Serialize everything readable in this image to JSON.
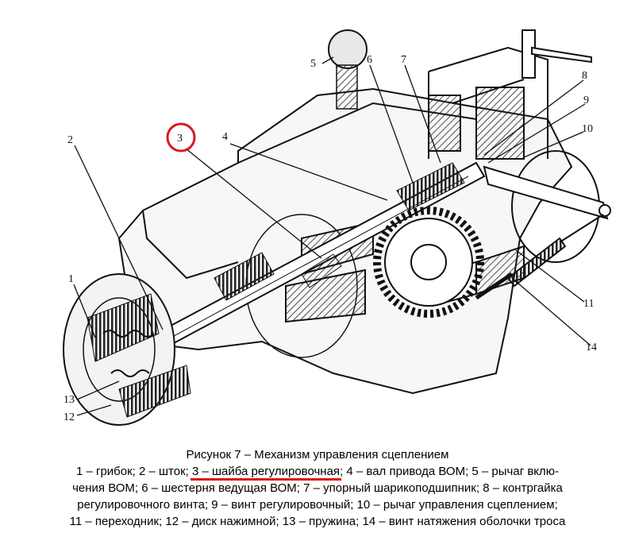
{
  "diagram": {
    "labels": {
      "l1": "1",
      "l2": "2",
      "l3": "3",
      "l4": "4",
      "l5": "5",
      "l6": "6",
      "l7": "7",
      "l8": "8",
      "l9": "9",
      "l10": "10",
      "l11": "11",
      "l12": "12",
      "l13": "13",
      "l14": "14"
    },
    "highlight_color": "#d71a1a"
  },
  "caption": {
    "title": "Рисунок 7 – Механизм управления сцеплением",
    "line1_a": "1 – грибок; 2 – шток; ",
    "line1_hl": "3 – шайба регулировочная",
    "line1_b": "; 4 – вал привода ВОМ; 5 – рычаг вклю-",
    "line2": "чения ВОМ; 6 – шестерня ведущая ВОМ; 7 – упорный шарикоподшипник; 8 – контргайка",
    "line3": "регулировочного винта; 9 – винт регулировочный; 10 – рычаг управления сцеплением;",
    "line4": "11 – переходник; 12 – диск нажимной; 13 – пружина; 14 – винт натяжения оболочки троса"
  }
}
